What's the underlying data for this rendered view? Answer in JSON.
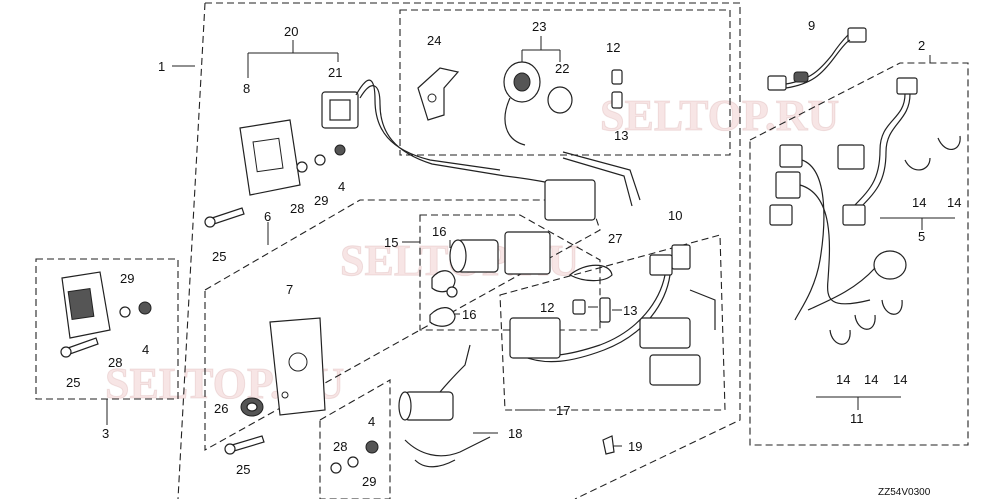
{
  "watermark": {
    "text_1": "SELTOP.RU",
    "text_2": "SELTOP.RU",
    "text_3": "SELTOP.RU"
  },
  "diagram_code": "ZZ54V0300",
  "part_numbers": {
    "p1": "1",
    "p2": "2",
    "p3": "3",
    "p4a": "4",
    "p4b": "4",
    "p4c": "4",
    "p5": "5",
    "p6": "6",
    "p7": "7",
    "p8": "8",
    "p9": "9",
    "p10": "10",
    "p11": "11",
    "p12a": "12",
    "p12b": "12",
    "p13a": "13",
    "p13b": "13",
    "p14a": "14",
    "p14b": "14",
    "p14c": "14",
    "p14d": "14",
    "p14e": "14",
    "p15": "15",
    "p16a": "16",
    "p16b": "16",
    "p17": "17",
    "p18": "18",
    "p19": "19",
    "p20": "20",
    "p21": "21",
    "p22": "22",
    "p23": "23",
    "p24": "24",
    "p25a": "25",
    "p25b": "25",
    "p25c": "25",
    "p26": "26",
    "p27": "27",
    "p28a": "28",
    "p28b": "28",
    "p28c": "28",
    "p29a": "29",
    "p29b": "29",
    "p29c": "29"
  }
}
